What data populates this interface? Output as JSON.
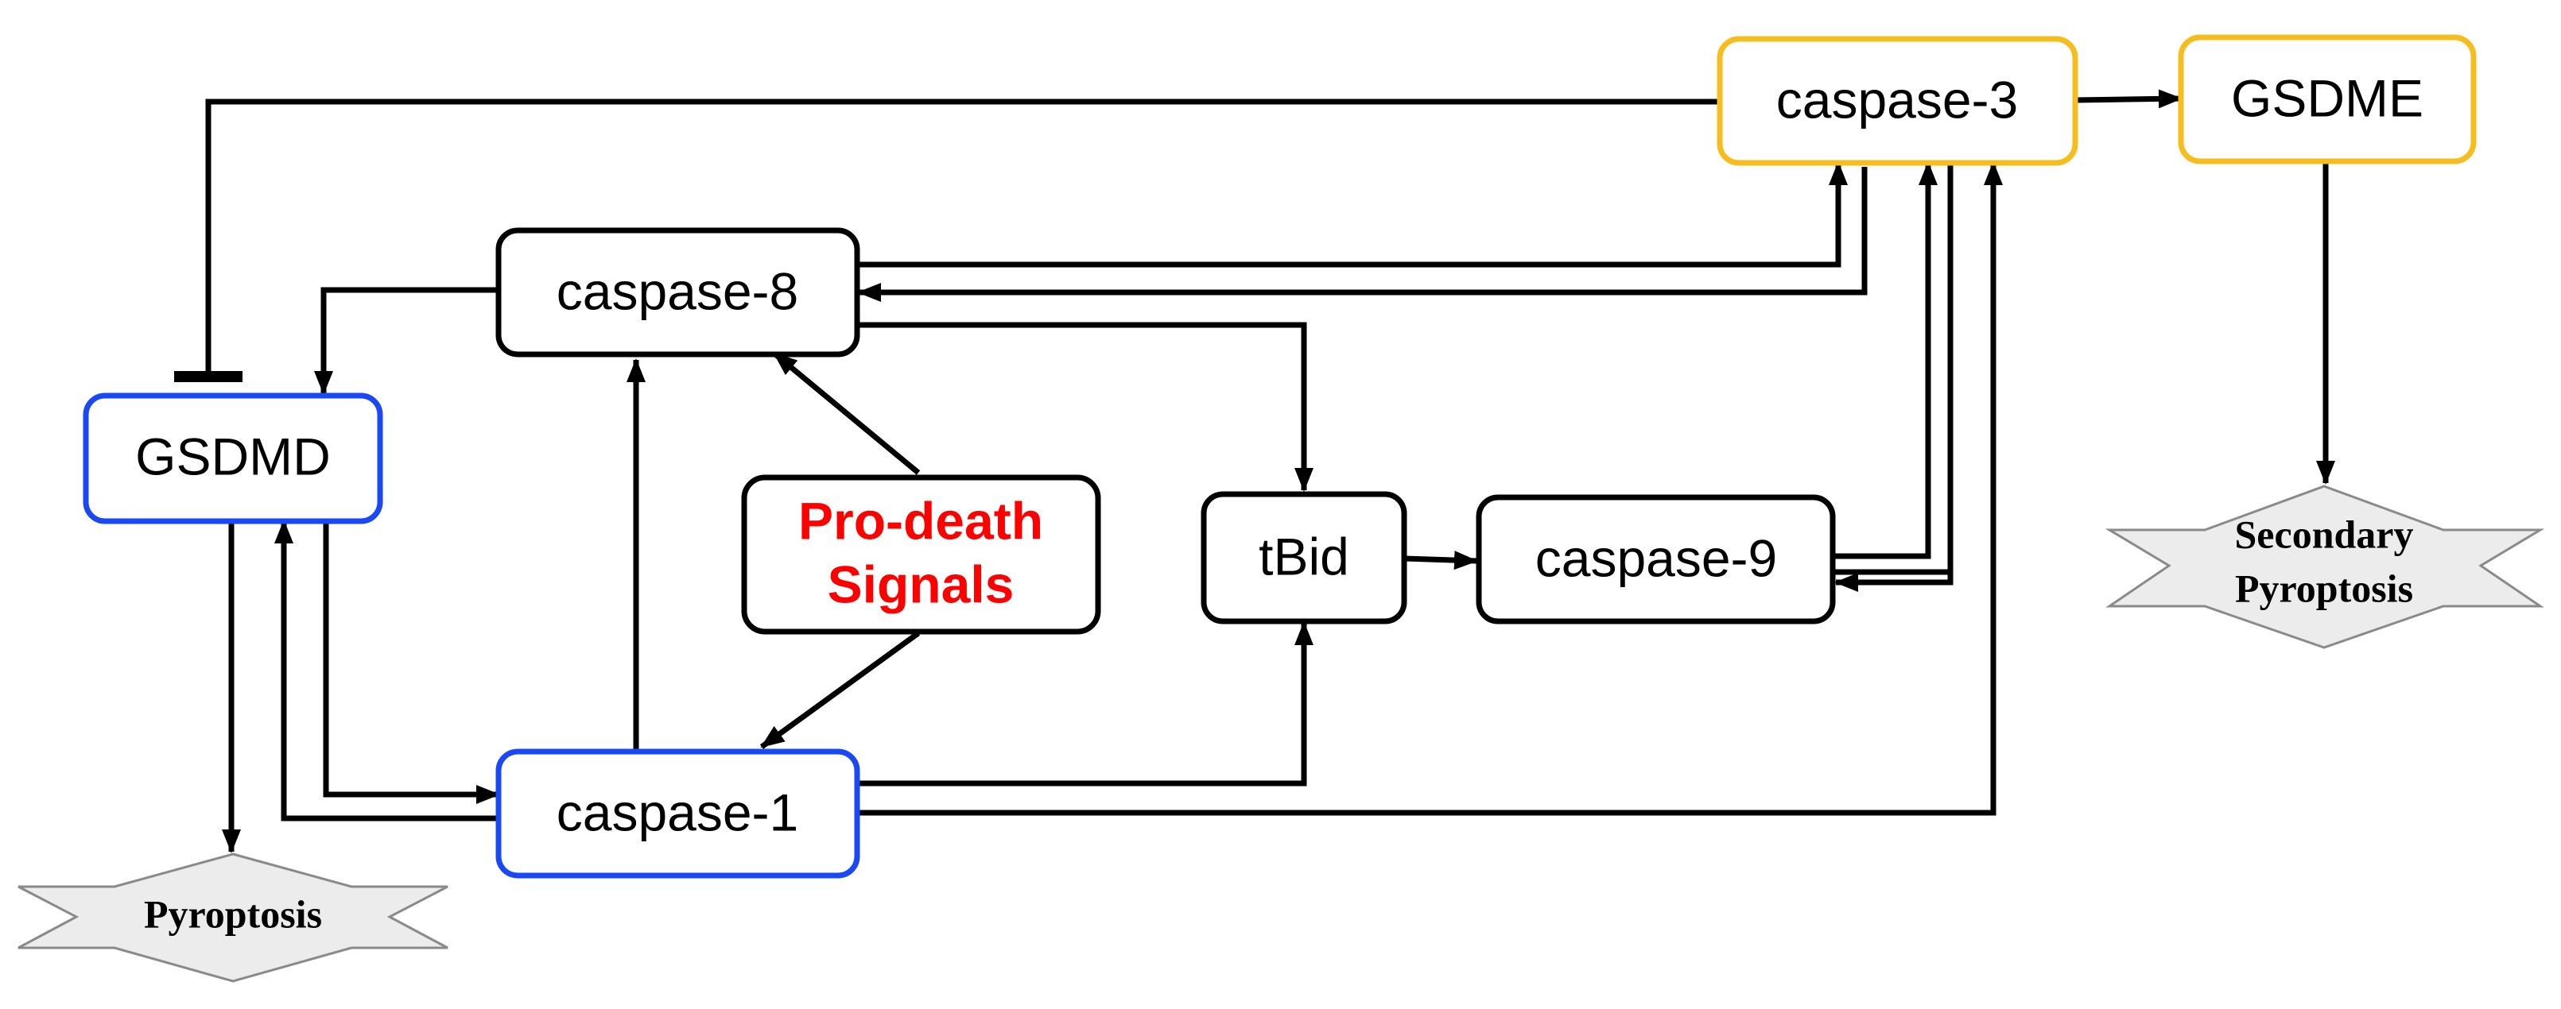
{
  "colors": {
    "blue_border": "#1a48f5",
    "yellow_border": "#f5be1e",
    "black_border": "#000000",
    "signal_text": "#ff0000",
    "outcome_fill": "#ececec",
    "outcome_border": "#8a8a8a"
  },
  "nodes": {
    "caspase3": "caspase-3",
    "gsdme": "GSDME",
    "caspase8": "caspase-8",
    "gsdmd": "GSDMD",
    "pro_death_line1": "Pro-death",
    "pro_death_line2": "Signals",
    "tbid": "tBid",
    "caspase9": "caspase-9",
    "caspase1": "caspase-1"
  },
  "outcomes": {
    "pyroptosis": "Pyroptosis",
    "secondary_line1": "Secondary",
    "secondary_line2": "Pyroptosis"
  },
  "edges": [
    {
      "from": "caspase-3",
      "to": "GSDMD",
      "type": "inhibition"
    },
    {
      "from": "caspase-3",
      "to": "GSDME",
      "type": "activation"
    },
    {
      "from": "caspase-3",
      "to": "caspase-8",
      "type": "activation"
    },
    {
      "from": "caspase-3",
      "to": "caspase-9",
      "type": "activation"
    },
    {
      "from": "caspase-8",
      "to": "caspase-3",
      "type": "activation"
    },
    {
      "from": "caspase-8",
      "to": "GSDMD",
      "type": "activation"
    },
    {
      "from": "caspase-8",
      "to": "tBid",
      "type": "activation"
    },
    {
      "from": "caspase-9",
      "to": "caspase-3",
      "type": "activation"
    },
    {
      "from": "tBid",
      "to": "caspase-9",
      "type": "activation"
    },
    {
      "from": "Pro-death Signals",
      "to": "caspase-8",
      "type": "activation"
    },
    {
      "from": "Pro-death Signals",
      "to": "caspase-1",
      "type": "activation"
    },
    {
      "from": "caspase-1",
      "to": "caspase-8",
      "type": "activation"
    },
    {
      "from": "caspase-1",
      "to": "tBid",
      "type": "activation"
    },
    {
      "from": "caspase-1",
      "to": "caspase-3",
      "type": "activation"
    },
    {
      "from": "caspase-1",
      "to": "GSDMD",
      "type": "activation"
    },
    {
      "from": "GSDMD",
      "to": "caspase-1",
      "type": "activation"
    },
    {
      "from": "GSDMD",
      "to": "Pyroptosis",
      "type": "activation"
    },
    {
      "from": "GSDME",
      "to": "Secondary Pyroptosis",
      "type": "activation"
    }
  ]
}
